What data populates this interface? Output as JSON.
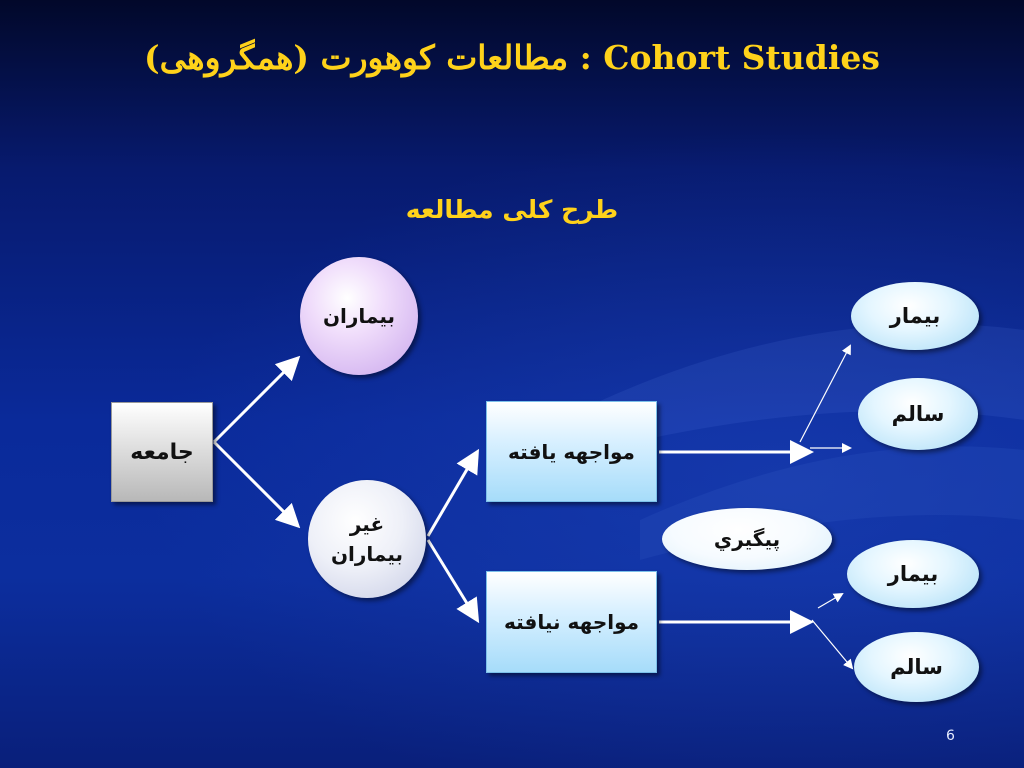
{
  "slide": {
    "title": "مطالعات کوهورت (همگروهی) : Cohort Studies",
    "subtitle": "طرح کلی مطالعه",
    "page_number": "6"
  },
  "diagram": {
    "population": "جامعه",
    "patients": "بیماران",
    "non_patients_line1": "غیر",
    "non_patients_line2": "بیماران",
    "exposed": "مواجهه یافته",
    "unexposed": "مواجهه نیافته",
    "follow_up": "پیگيري",
    "exposed_sick": "بیمار",
    "exposed_healthy": "سالم",
    "unexposed_sick": "بیمار",
    "unexposed_healthy": "سالم"
  },
  "colors": {
    "title": "#ffd21a",
    "background": "#0a2a9a",
    "arrow": "#ffffff"
  }
}
